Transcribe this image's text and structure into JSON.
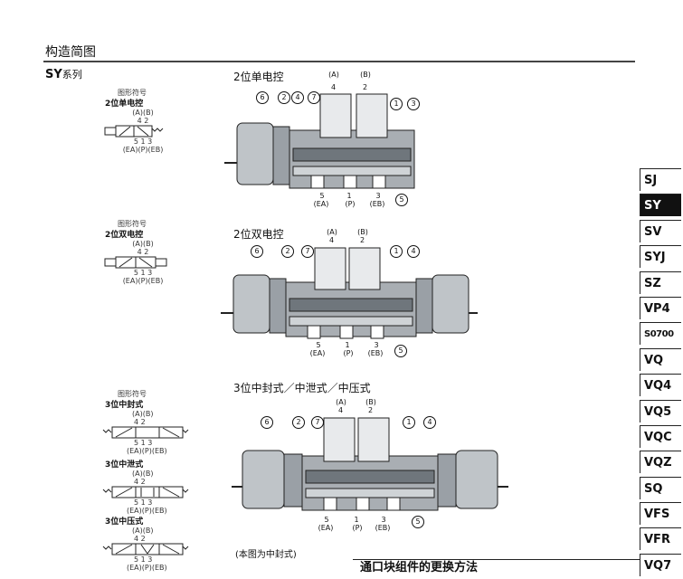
{
  "page": {
    "section_title": "构造简图",
    "series": "SY",
    "series_suffix": "系列"
  },
  "symbols": [
    {
      "group_label": "图形符号",
      "name": "2位单电控",
      "ports_top": "(A)(B)",
      "ports_top_num": "4  2",
      "ports_bottom_num": "5 1 3",
      "ports_bottom": "(EA)(P)(EB)"
    },
    {
      "group_label": "图形符号",
      "name": "2位双电控",
      "ports_top": "(A)(B)",
      "ports_top_num": "4  2",
      "ports_bottom_num": "5 1 3",
      "ports_bottom": "(EA)(P)(EB)"
    },
    {
      "group_label": "图形符号",
      "name": "3位中封式",
      "ports_top": "(A)(B)",
      "ports_top_num": "4  2",
      "ports_bottom_num": "5 1 3",
      "ports_bottom": "(EA)(P)(EB)"
    },
    {
      "group_label": "",
      "name": "3位中泄式",
      "ports_top": "(A)(B)",
      "ports_top_num": "4  2",
      "ports_bottom_num": "5 1 3",
      "ports_bottom": "(EA)(P)(EB)"
    },
    {
      "group_label": "",
      "name": "3位中压式",
      "ports_top": "(A)(B)",
      "ports_top_num": "4  2",
      "ports_bottom_num": "5 1 3",
      "ports_bottom": "(EA)(P)(EB)"
    }
  ],
  "diagrams": [
    {
      "title": "2位单电控",
      "top_ports": {
        "a": "(A)",
        "a_num": "4",
        "b": "(B)",
        "b_num": "2"
      },
      "bottom_ports": [
        {
          "num": "5",
          "name": "(EA)"
        },
        {
          "num": "1",
          "name": "(P)"
        },
        {
          "num": "3",
          "name": "(EB)"
        }
      ],
      "callouts": [
        "6",
        "2",
        "4",
        "7",
        "1",
        "3",
        "5"
      ]
    },
    {
      "title": "2位双电控",
      "top_ports": {
        "a": "(A)",
        "a_num": "4",
        "b": "(B)",
        "b_num": "2"
      },
      "bottom_ports": [
        {
          "num": "5",
          "name": "(EA)"
        },
        {
          "num": "1",
          "name": "(P)"
        },
        {
          "num": "3",
          "name": "(EB)"
        }
      ],
      "callouts": [
        "6",
        "2",
        "7",
        "1",
        "4",
        "5"
      ]
    },
    {
      "title": "3位中封式／中泄式／中压式",
      "top_ports": {
        "a": "(A)",
        "a_num": "4",
        "b": "(B)",
        "b_num": "2"
      },
      "bottom_ports": [
        {
          "num": "5",
          "name": "(EA)"
        },
        {
          "num": "1",
          "name": "(P)"
        },
        {
          "num": "3",
          "name": "(EB)"
        }
      ],
      "callouts": [
        "6",
        "2",
        "7",
        "1",
        "4",
        "5"
      ],
      "note": "(本图为中封式)"
    }
  ],
  "side_tabs": [
    {
      "label": "SJ",
      "active": false
    },
    {
      "label": "SY",
      "active": true
    },
    {
      "label": "SV",
      "active": false
    },
    {
      "label": "SYJ",
      "active": false
    },
    {
      "label": "SZ",
      "active": false
    },
    {
      "label": "VP4",
      "active": false
    },
    {
      "label": "S0700",
      "active": false
    },
    {
      "label": "VQ",
      "active": false
    },
    {
      "label": "VQ4",
      "active": false
    },
    {
      "label": "VQ5",
      "active": false
    },
    {
      "label": "VQC",
      "active": false
    },
    {
      "label": "VQZ",
      "active": false
    },
    {
      "label": "SQ",
      "active": false
    },
    {
      "label": "VFS",
      "active": false
    },
    {
      "label": "VFR",
      "active": false
    },
    {
      "label": "VQ7",
      "active": false
    }
  ],
  "bottom_heading": "通口块组件的更换方法"
}
